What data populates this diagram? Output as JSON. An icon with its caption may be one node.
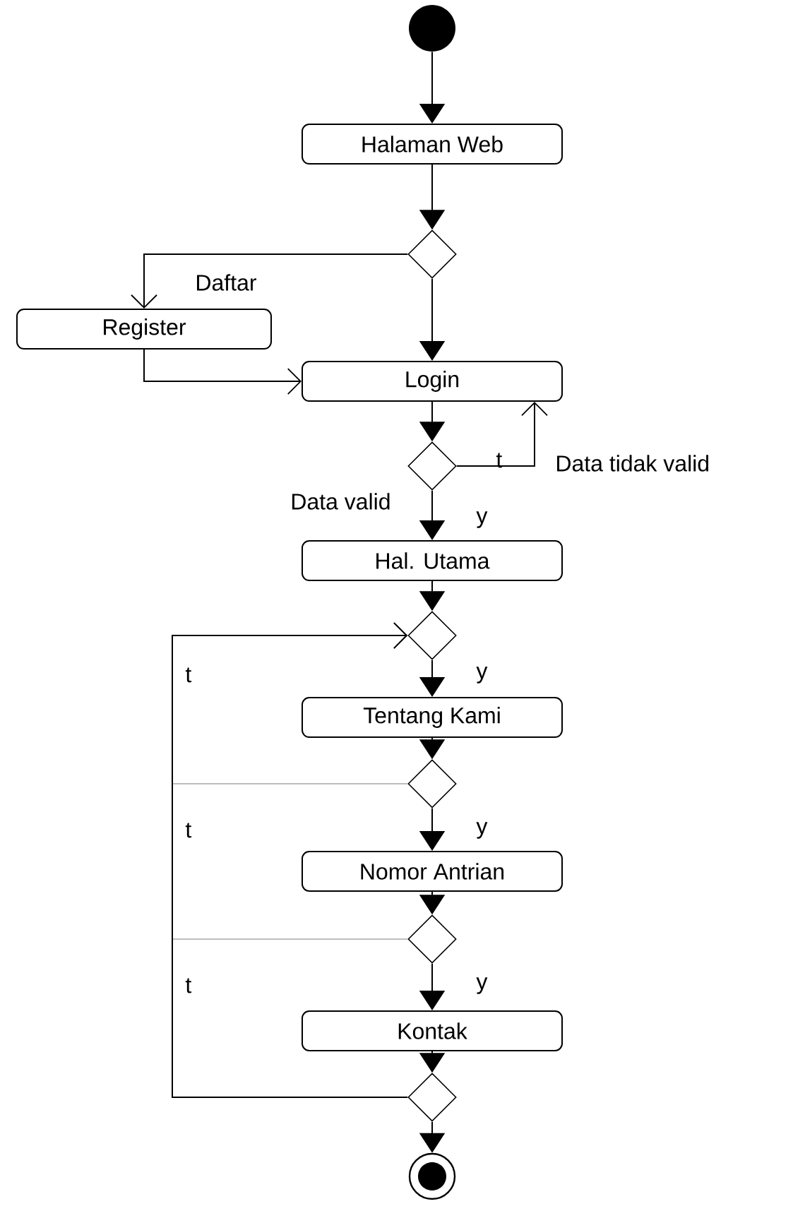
{
  "diagram": {
    "nodes": [
      {
        "text": [],
        "shape": "circle"
      },
      {
        "text": [
          "Halaman Web"
        ]
      },
      {
        "text": [],
        "shape": "diamond"
      },
      {
        "text": [
          "Register"
        ]
      },
      {
        "text": [
          "Login"
        ]
      },
      {
        "text": [],
        "shape": "diamond"
      },
      {
        "text": [
          "Hal. Utama"
        ]
      },
      {
        "text": [],
        "shape": "diamond"
      },
      {
        "text": [
          "Tentang Kami"
        ]
      },
      {
        "text": [],
        "shape": "diamond"
      },
      {
        "text": [
          "Nomor Antrian"
        ]
      },
      {
        "text": [],
        "shape": "diamond"
      },
      {
        "text": [
          "Kontak"
        ]
      },
      {
        "text": [],
        "shape": "diamond"
      },
      {
        "text": [],
        "shape": "circle"
      }
    ],
    "edges": [
      {
        "from": 0,
        "to": 1,
        "arrow": "to"
      },
      {
        "from": 1,
        "to": 2,
        "arrow": "to"
      },
      {
        "from": 2,
        "to": 3,
        "arrow": "to",
        "label": "Daftar"
      },
      {
        "from": 2,
        "to": 4,
        "arrow": "to"
      },
      {
        "from": 3,
        "to": 4,
        "arrow": "to"
      },
      {
        "from": 4,
        "to": 5,
        "arrow": "to"
      },
      {
        "from": 5,
        "to": 4,
        "arrow": "to",
        "label": "t"
      },
      {
        "from": 5,
        "to": 6,
        "arrow": "to",
        "label": "y"
      },
      {
        "from": 6,
        "to": 7,
        "arrow": "to"
      },
      {
        "from": 7,
        "to": 8,
        "arrow": "to",
        "label": "y"
      },
      {
        "from": 8,
        "to": 9,
        "arrow": "to"
      },
      {
        "from": 9,
        "to": 10,
        "arrow": "to",
        "label": "y"
      },
      {
        "from": 9,
        "to": 7,
        "arrow": "to",
        "label": "t",
        "color": "#7f7f7f"
      },
      {
        "from": 10,
        "to": 11,
        "arrow": "to"
      },
      {
        "from": 11,
        "to": 12,
        "arrow": "to",
        "label": "y"
      },
      {
        "from": 11,
        "to": 7,
        "arrow": "to",
        "label": "t",
        "color": "#7f7f7f"
      },
      {
        "from": 12,
        "to": 13,
        "arrow": "to"
      },
      {
        "from": 13,
        "to": 7,
        "arrow": "to",
        "label": "t"
      },
      {
        "from": 13,
        "to": 14,
        "arrow": "to"
      }
    ],
    "labels": [
      "Data tidak valid",
      "Data valid"
    ]
  }
}
